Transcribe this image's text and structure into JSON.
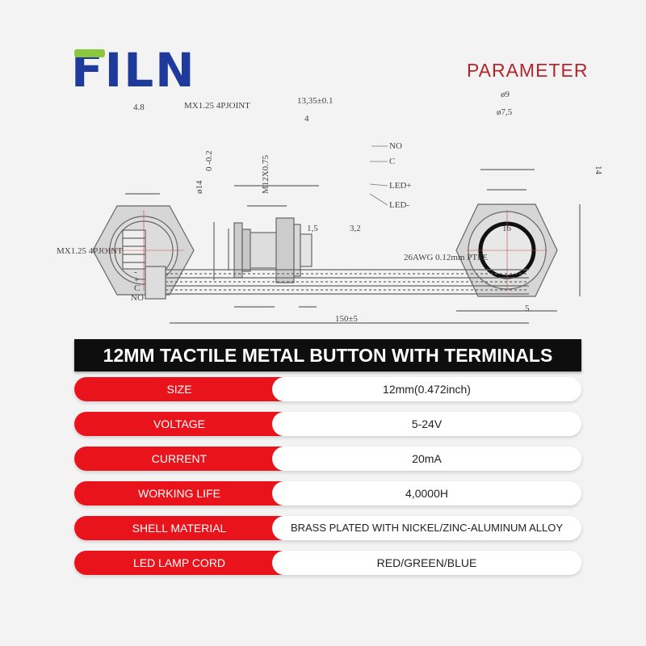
{
  "logo": {
    "f": "F",
    "rest": "ILN"
  },
  "header": "PARAMETER",
  "drawing": {
    "front_width": "4.8",
    "connector_label": "MX1.25 4PJOINT",
    "side_length": "13,35±0.1",
    "thread_len": "4",
    "diameter": "ø14",
    "diameter_tol": "0 -0.2",
    "thread": "M12X0.75",
    "flange": "1,5",
    "terminal": "3,2",
    "pins": [
      "NO",
      "C",
      "LED+",
      "LED-"
    ],
    "outer_ring": "ø9",
    "inner_ring": "ø7,5",
    "height": "14",
    "width": "16",
    "cable_connector": "MX1.25 4PJOINT",
    "cable_spec": "26AWG 0.12mm PTFE",
    "cable_length": "150±5",
    "strip": "5",
    "cable_pins": [
      "-",
      "+",
      "C",
      "NO"
    ]
  },
  "title": "12MM TACTILE METAL BUTTON WITH TERMINALS",
  "specs": [
    {
      "label": "SIZE",
      "value": "12mm(0.472inch)"
    },
    {
      "label": "VOLTAGE",
      "value": "5-24V"
    },
    {
      "label": "CURRENT",
      "value": "20mA"
    },
    {
      "label": "WORKING LIFE",
      "value": "4,0000H"
    },
    {
      "label": "SHELL MATERIAL",
      "value": "BRASS PLATED WITH NICKEL/ZINC-ALUMINUM ALLOY"
    },
    {
      "label": "LED LAMP CORD",
      "value": "RED/GREEN/BLUE"
    }
  ]
}
